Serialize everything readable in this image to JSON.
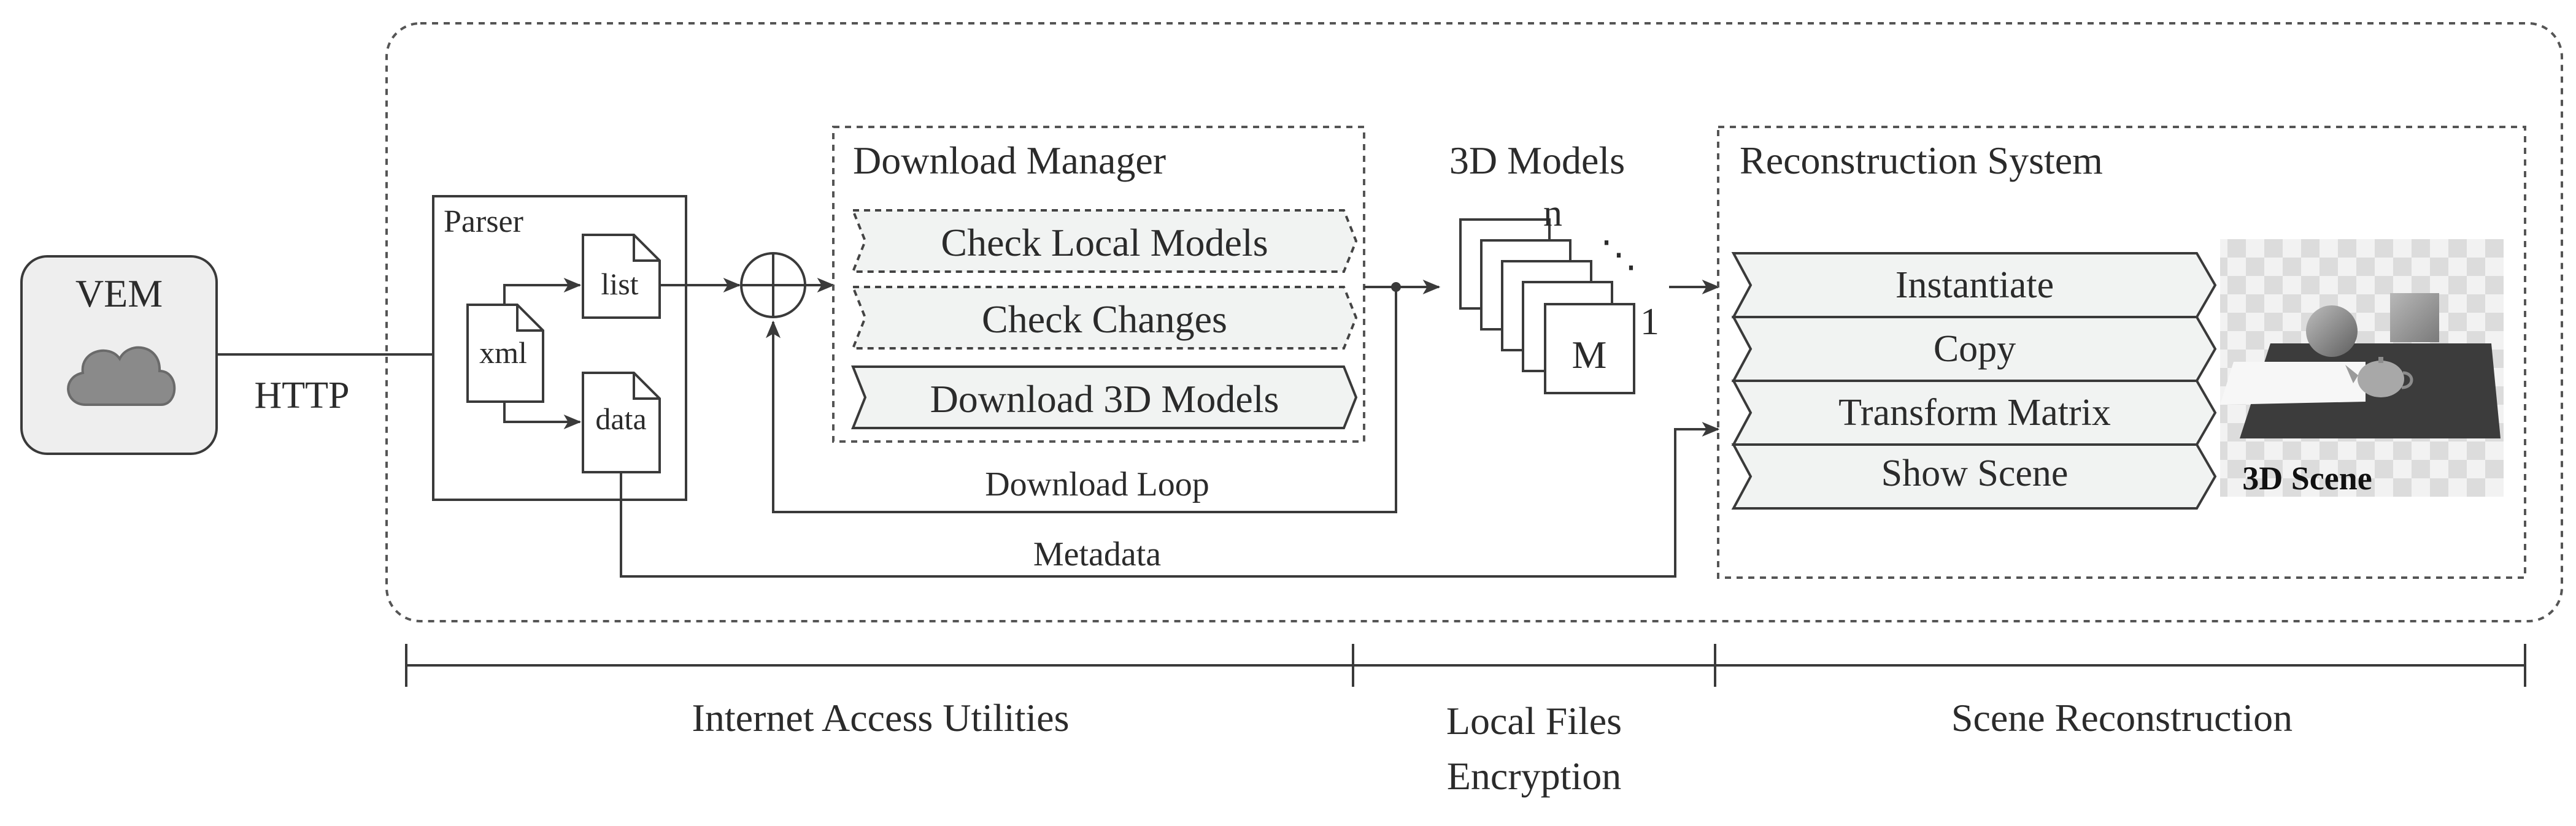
{
  "vem": {
    "label": "VEM",
    "icon": "cloud-icon"
  },
  "http_label": "HTTP",
  "parser": {
    "title": "Parser",
    "xml": "xml",
    "list": "list",
    "data": "data"
  },
  "download_manager": {
    "title": "Download Manager",
    "steps": [
      "Check Local Models",
      "Check Changes",
      "Download 3D Models"
    ]
  },
  "models": {
    "title": "3D Models",
    "top_index": "n",
    "bottom_index": "1",
    "card_label": "M",
    "ellipsis": "⋱"
  },
  "reconstruction": {
    "title": "Reconstruction System",
    "steps": [
      "Instantiate",
      "Copy",
      "Transform Matrix",
      "Show Scene"
    ],
    "scene_label": "3D Scene"
  },
  "flows": {
    "download_loop": "Download Loop",
    "metadata": "Metadata"
  },
  "phases": [
    {
      "line1": "Internet Access Utilities",
      "line2": ""
    },
    {
      "line1": "Local Files",
      "line2": "Encryption"
    },
    {
      "line1": "Scene Reconstruction",
      "line2": ""
    }
  ],
  "colors": {
    "stroke": "#3a3a3a",
    "chevron_fill": "#f1f3f2",
    "vem_fill": "#eeeeee",
    "scene_dark": "#3c3c3c"
  }
}
